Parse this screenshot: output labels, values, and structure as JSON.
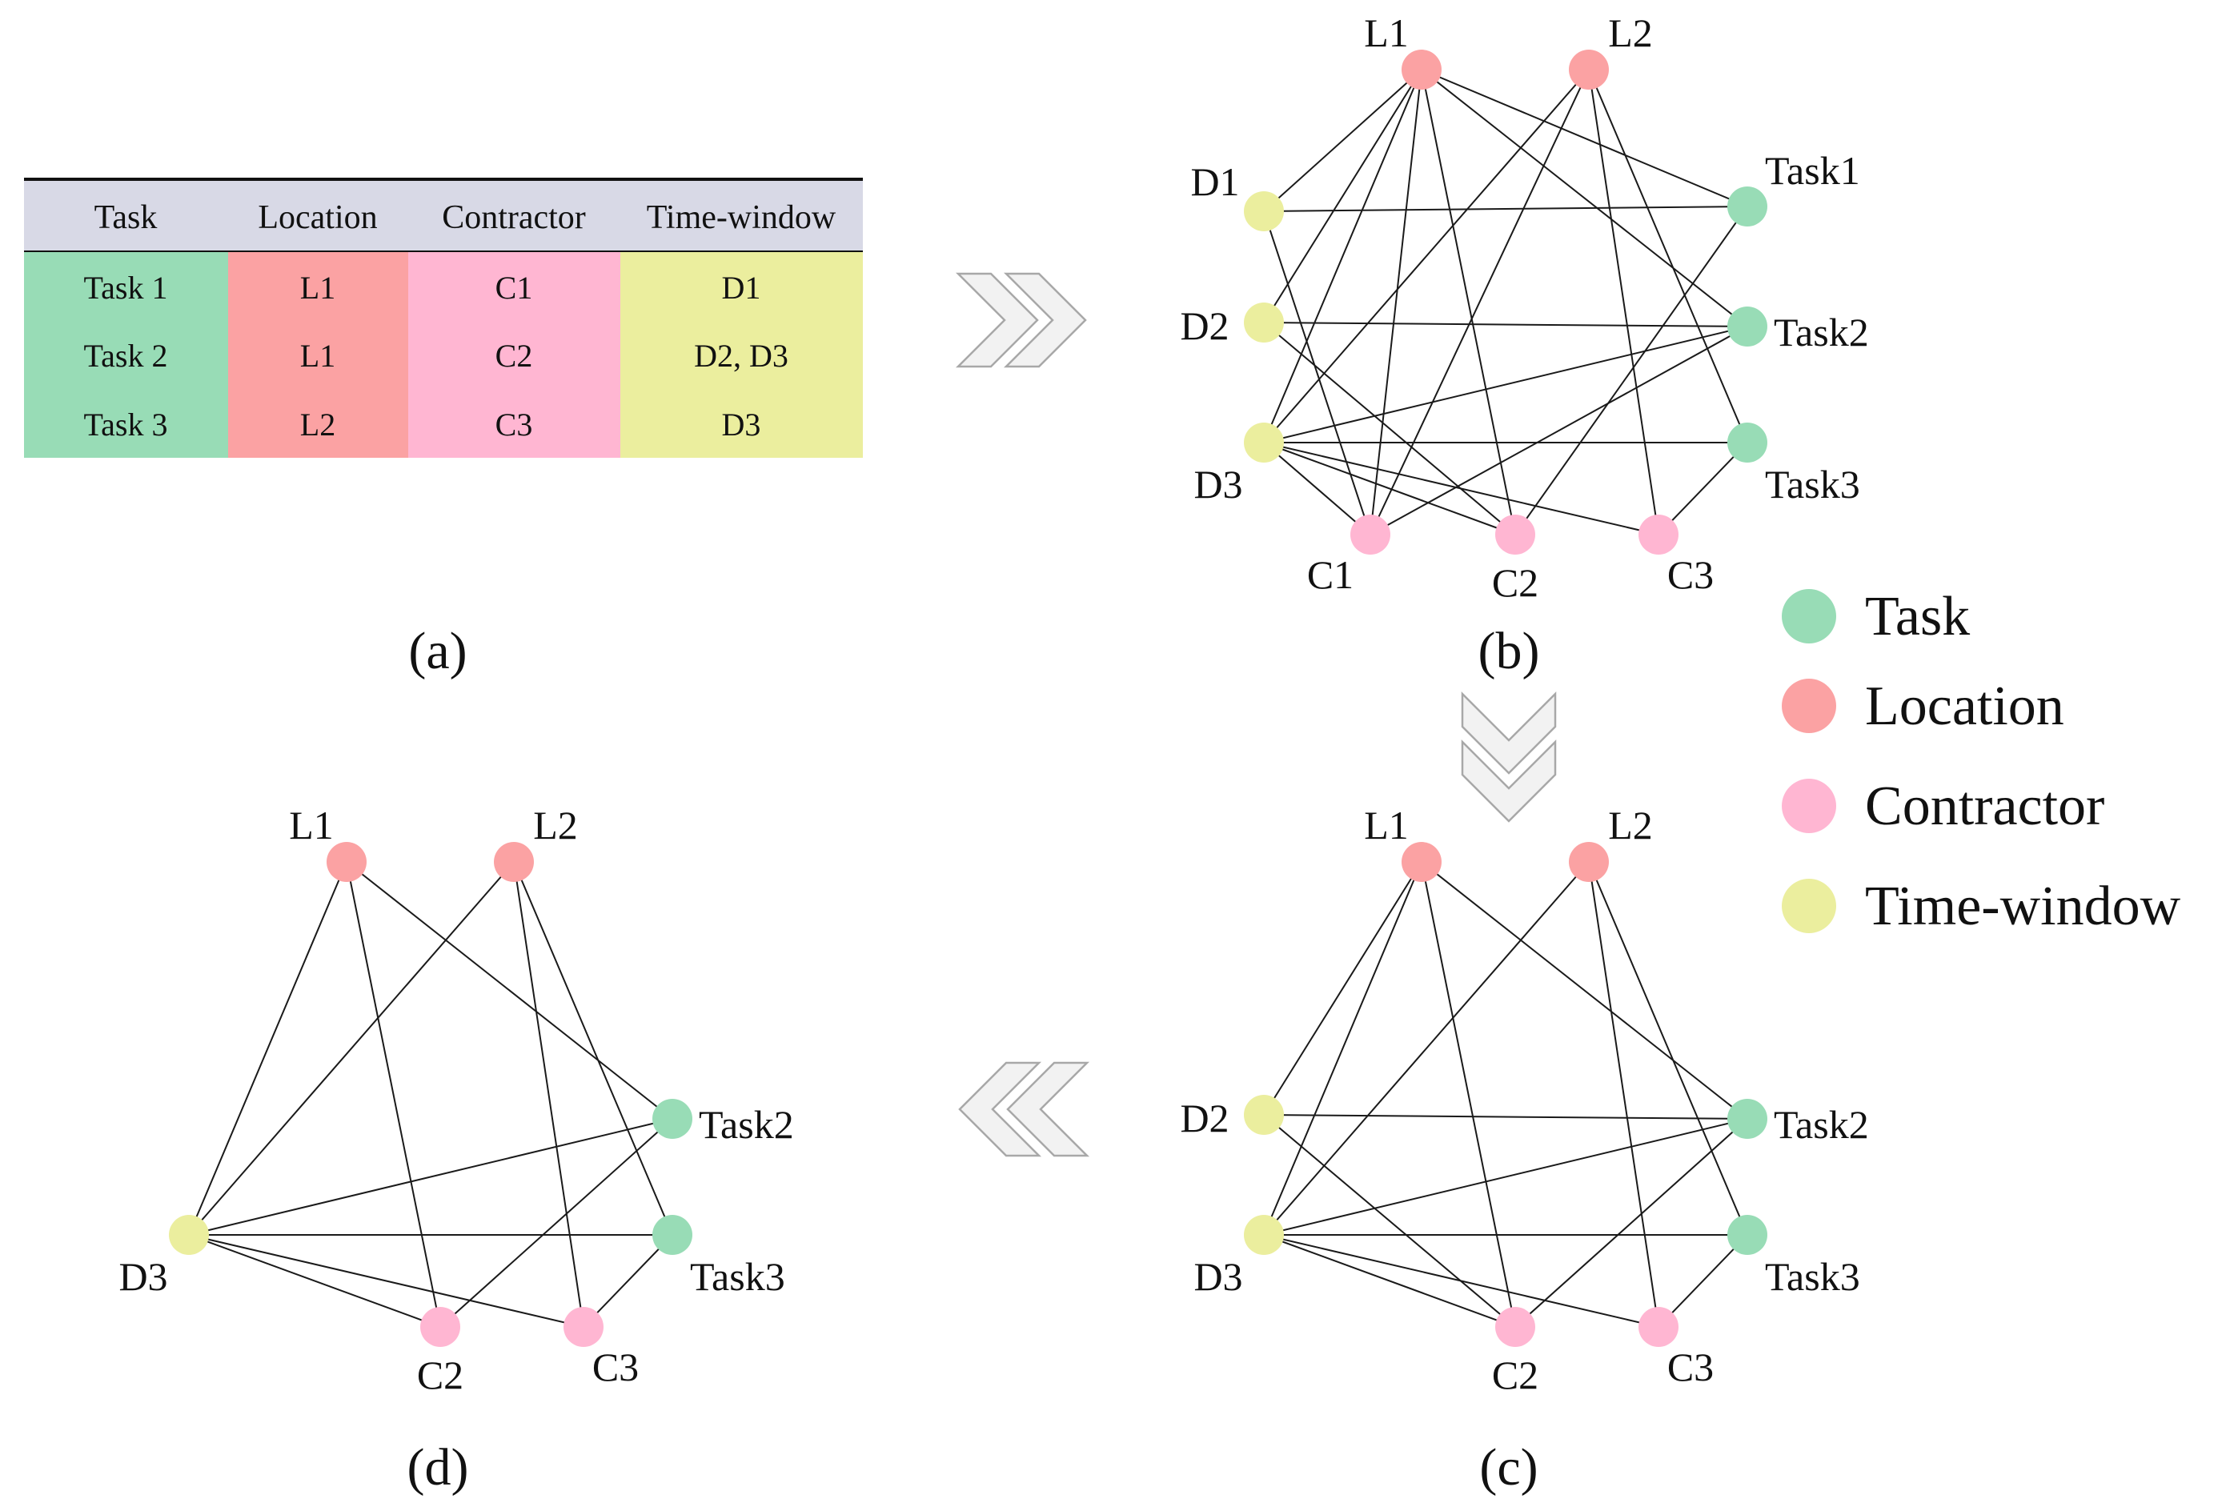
{
  "table": {
    "headers": [
      "Task",
      "Location",
      "Contractor",
      "Time-window"
    ],
    "rows": [
      [
        "Task 1",
        "L1",
        "C1",
        "D1"
      ],
      [
        "Task 2",
        "L1",
        "C2",
        "D2, D3"
      ],
      [
        "Task 3",
        "L2",
        "C3",
        "D3"
      ]
    ]
  },
  "captions": {
    "a": "(a)",
    "b": "(b)",
    "c": "(c)",
    "d": "(d)"
  },
  "legend": {
    "task": "Task",
    "location": "Location",
    "contractor": "Contractor",
    "timewindow": "Time-window"
  },
  "colors": {
    "task": "#98dcb6",
    "location": "#fba2a3",
    "contractor": "#ffb6d2",
    "timewindow": "#ebee9e",
    "header_bg": "#d8d9e6",
    "arrow_fill": "#f2f2f2",
    "arrow_stroke": "#a8a8a8"
  },
  "nodes": {
    "L1": "L1",
    "L2": "L2",
    "D1": "D1",
    "D2": "D2",
    "D3": "D3",
    "Task1": "Task1",
    "Task2": "Task2",
    "Task3": "Task3",
    "C1": "C1",
    "C2": "C2",
    "C3": "C3"
  },
  "graphs": {
    "b": {
      "nodes": [
        "L1",
        "L2",
        "D1",
        "D2",
        "D3",
        "Task1",
        "Task2",
        "Task3",
        "C1",
        "C2",
        "C3"
      ],
      "edges": [
        [
          "L1",
          "D1"
        ],
        [
          "L1",
          "D2"
        ],
        [
          "L1",
          "D3"
        ],
        [
          "L1",
          "C1"
        ],
        [
          "L1",
          "C2"
        ],
        [
          "L1",
          "Task1"
        ],
        [
          "L1",
          "Task2"
        ],
        [
          "L2",
          "D3"
        ],
        [
          "L2",
          "C1"
        ],
        [
          "L2",
          "C3"
        ],
        [
          "L2",
          "Task3"
        ],
        [
          "D1",
          "Task1"
        ],
        [
          "D1",
          "C1"
        ],
        [
          "D2",
          "Task2"
        ],
        [
          "D2",
          "C2"
        ],
        [
          "D3",
          "Task2"
        ],
        [
          "D3",
          "Task3"
        ],
        [
          "D3",
          "C1"
        ],
        [
          "D3",
          "C2"
        ],
        [
          "D3",
          "C3"
        ],
        [
          "Task1",
          "C2"
        ],
        [
          "Task2",
          "C1"
        ],
        [
          "Task3",
          "C3"
        ]
      ]
    },
    "c": {
      "nodes": [
        "L1",
        "L2",
        "D2",
        "D3",
        "Task2",
        "Task3",
        "C2",
        "C3"
      ],
      "edges": [
        [
          "L1",
          "D2"
        ],
        [
          "L1",
          "D3"
        ],
        [
          "L1",
          "C2"
        ],
        [
          "L1",
          "Task2"
        ],
        [
          "L2",
          "D3"
        ],
        [
          "L2",
          "C3"
        ],
        [
          "L2",
          "Task3"
        ],
        [
          "D2",
          "Task2"
        ],
        [
          "D2",
          "C2"
        ],
        [
          "D3",
          "Task2"
        ],
        [
          "D3",
          "Task3"
        ],
        [
          "D3",
          "C2"
        ],
        [
          "D3",
          "C3"
        ],
        [
          "Task2",
          "C2"
        ],
        [
          "Task3",
          "C3"
        ]
      ]
    },
    "d": {
      "nodes": [
        "L1",
        "L2",
        "D3",
        "Task2",
        "Task3",
        "C2",
        "C3"
      ],
      "edges": [
        [
          "L1",
          "D3"
        ],
        [
          "L1",
          "C2"
        ],
        [
          "L1",
          "Task2"
        ],
        [
          "L2",
          "D3"
        ],
        [
          "L2",
          "C3"
        ],
        [
          "L2",
          "Task3"
        ],
        [
          "D3",
          "Task2"
        ],
        [
          "D3",
          "Task3"
        ],
        [
          "D3",
          "C2"
        ],
        [
          "D3",
          "C3"
        ],
        [
          "Task2",
          "C2"
        ],
        [
          "Task3",
          "C3"
        ]
      ]
    }
  }
}
